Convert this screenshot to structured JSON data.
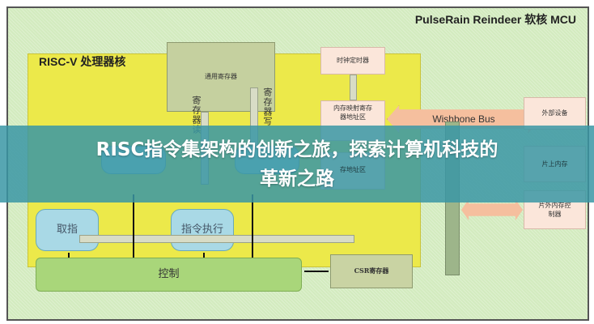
{
  "diagram": {
    "mcu_title": "PulseRain Reindeer 软核 MCU",
    "core_title": "RISC-V 处理器核",
    "general_registers": "通用寄存器",
    "reg_read": "寄存器读",
    "reg_write": "寄存器写",
    "clock_timer": "时钟定时器",
    "mmio_region": "内存映射寄存器地址区",
    "memory_region": "存地址区",
    "bus": "Wishbone Bus",
    "external_devices": "外部设备",
    "onchip_memory": "片上内存",
    "offchip_memory_controller": "片外内存控制器",
    "fetch": "取指",
    "execute": "指令执行",
    "control": "控制",
    "csr": "CSR寄存器"
  },
  "banner": {
    "line1": "RISC指令集架构的创新之旅，探索计算机科技的",
    "line2": "革新之路"
  }
}
